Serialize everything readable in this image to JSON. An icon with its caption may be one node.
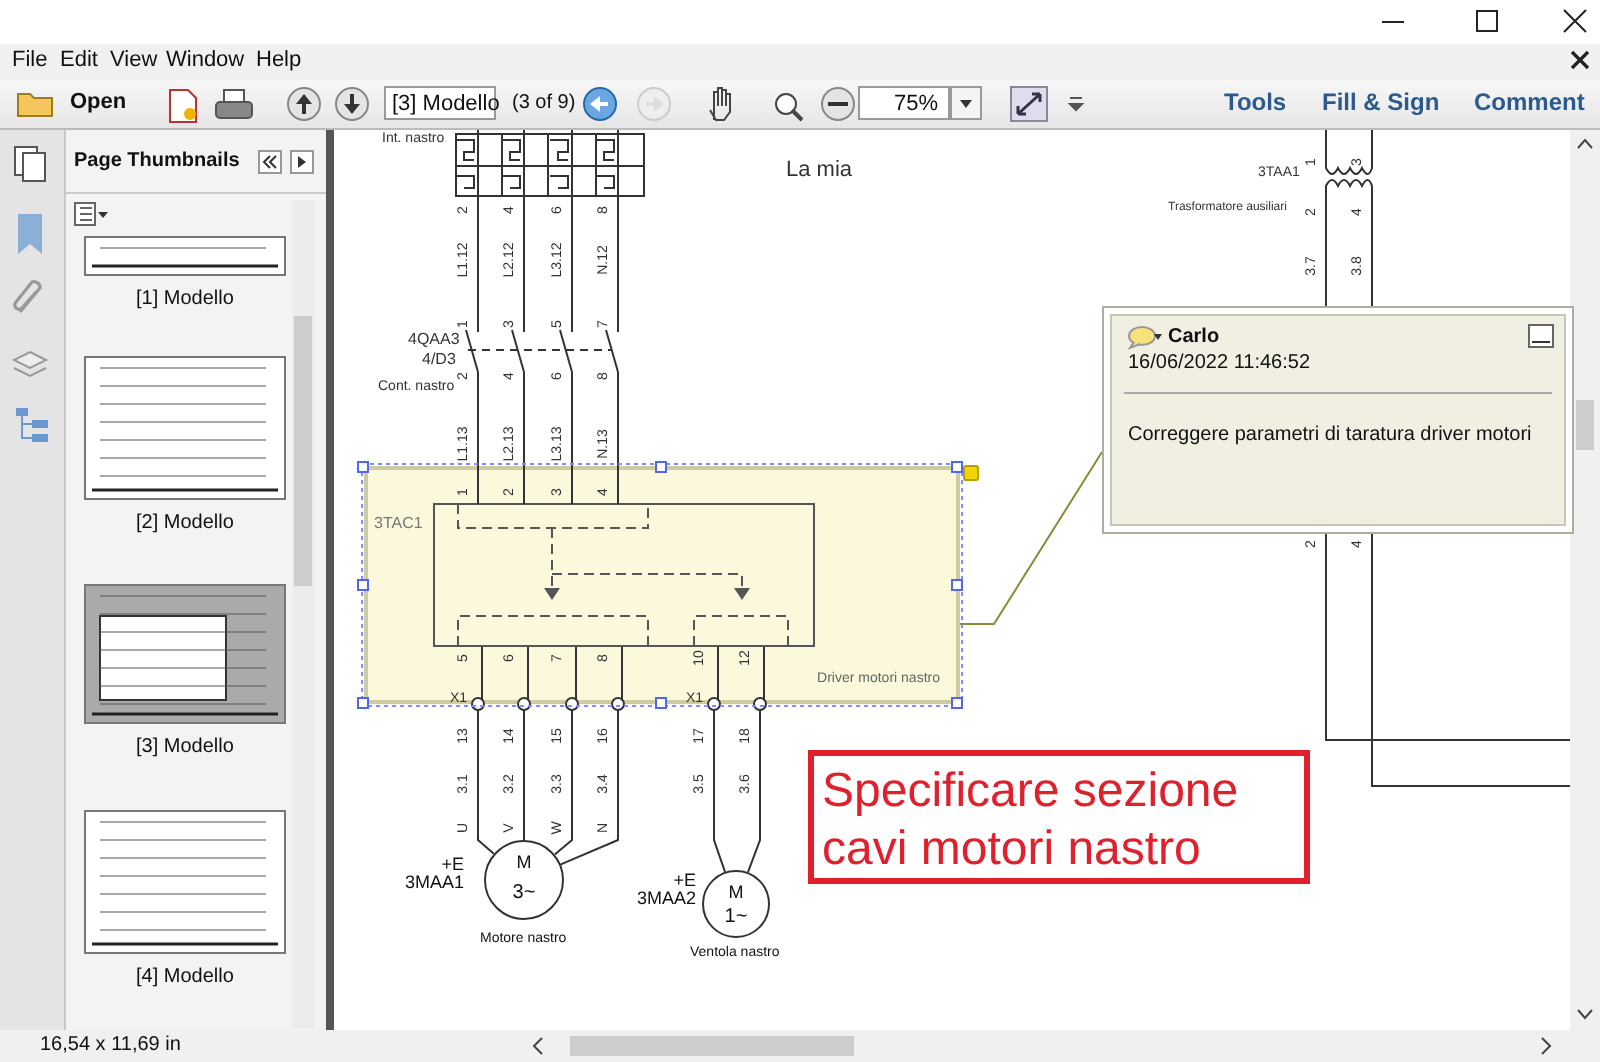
{
  "diagram": {
    "nodes": [
      {
        "text": [
          "3TAC1",
          "Driver motori nastro"
        ]
      },
      {
        "text": [
          "M",
          "3~"
        ],
        "beside": [
          "+E 3MAA1",
          "Motore nastro"
        ]
      },
      {
        "text": [
          "M",
          "1~"
        ],
        "beside": [
          "+E 3MAA2",
          "Ventola nastro"
        ]
      },
      {
        "text": [
          "Carlo",
          "16/06/2022 11:46:52",
          "Correggere parametri di taratura driver motori"
        ]
      },
      {
        "text": [
          "Specificare sezione cavi motori nastro"
        ]
      }
    ],
    "edges": [
      {
        "from": 0,
        "to": 1,
        "arrow": "other"
      },
      {
        "from": 0,
        "to": 1,
        "arrow": "other"
      },
      {
        "from": 0,
        "to": 1,
        "arrow": "other"
      },
      {
        "from": 0,
        "to": 1,
        "arrow": "other"
      },
      {
        "from": 0,
        "to": 2,
        "arrow": "other"
      },
      {
        "from": 0,
        "to": 2,
        "arrow": "other"
      },
      {
        "from": 3,
        "to": 0,
        "arrow": "none"
      }
    ],
    "labels": [
      "File",
      "Edit",
      "View",
      "Window",
      "Help",
      "Open",
      "[3] Modello",
      "(3 of 9)",
      "75%",
      "Tools",
      "Fill & Sign",
      "Comment",
      "Page Thumbnails",
      "[1] Modello",
      "[2] Modello",
      "[3] Modello",
      "[4] Modello",
      "Int. nastro",
      "La mia",
      "2",
      "4",
      "6",
      "8",
      "L1.12",
      "L2.12",
      "L3.12",
      "N.12",
      "1",
      "3",
      "5",
      "7",
      "4QAA3",
      "4/D3",
      "Cont. nastro",
      "2",
      "4",
      "6",
      "8",
      "L1.13",
      "L2.13",
      "L3.13",
      "N.13",
      "3TAA1",
      "Trasformatore ausiliari",
      "1",
      "3",
      "2",
      "4",
      "3.7",
      "3.8",
      "2",
      "4",
      "1",
      "2",
      "3",
      "4",
      "5",
      "6",
      "7",
      "8",
      "10",
      "12",
      "X1",
      "X1",
      "13",
      "14",
      "15",
      "16",
      "17",
      "18",
      "3.1",
      "3.2",
      "3.3",
      "3.4",
      "3.5",
      "3.6",
      "U",
      "V",
      "W",
      "N",
      "16,54 x 11,69 in"
    ]
  }
}
